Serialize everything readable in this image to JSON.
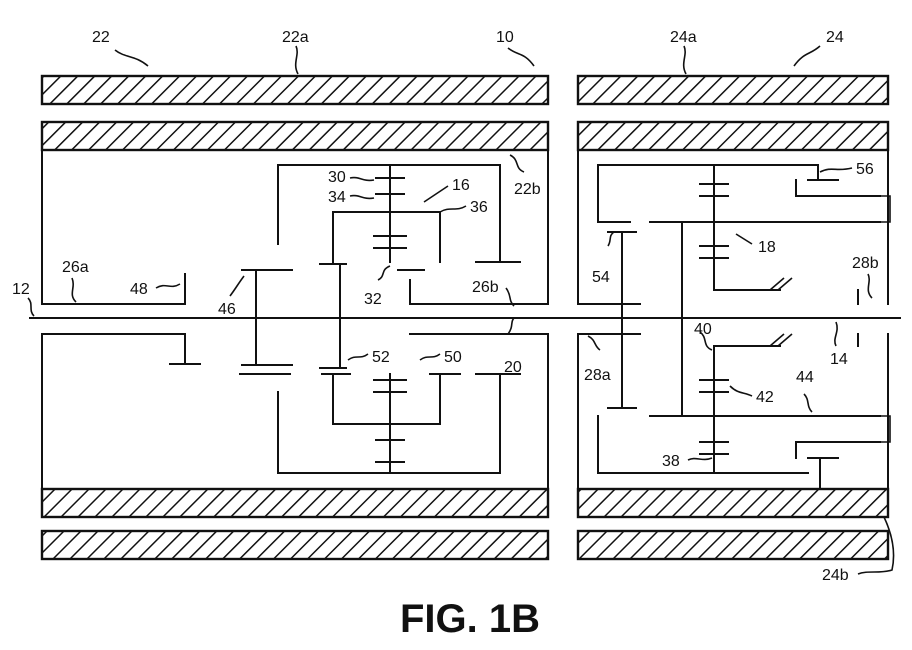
{
  "figure": {
    "caption": "FIG. 1B"
  },
  "labels": {
    "l22": "22",
    "l22a": "22a",
    "l10": "10",
    "l24a": "24a",
    "l24": "24",
    "l22b": "22b",
    "l30": "30",
    "l34": "34",
    "l16": "16",
    "l36": "36",
    "l56": "56",
    "l18": "18",
    "l28b": "28b",
    "l26a": "26a",
    "l12": "12",
    "l48": "48",
    "l46": "46",
    "l32": "32",
    "l26b": "26b",
    "l54": "54",
    "l40": "40",
    "l14": "14",
    "l52": "52",
    "l50": "50",
    "l20": "20",
    "l28a": "28a",
    "l44": "44",
    "l42": "42",
    "l38": "38",
    "l24b": "24b"
  }
}
